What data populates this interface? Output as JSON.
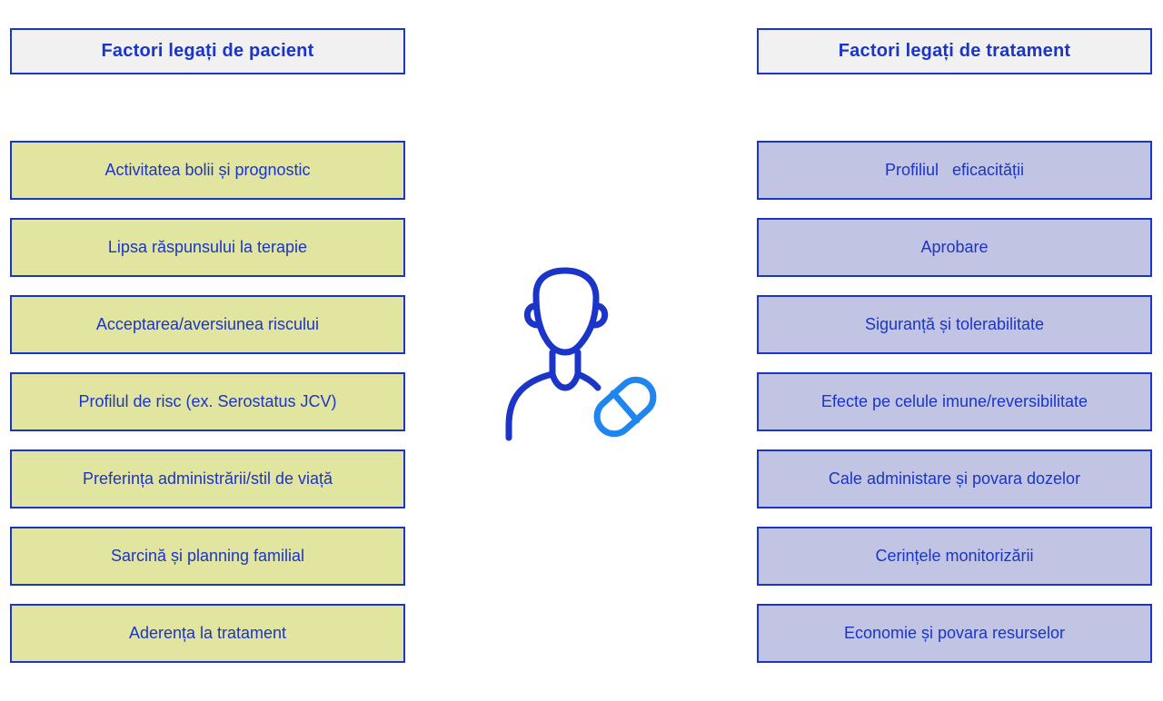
{
  "patient": {
    "title": "Factori legați de pacient",
    "items": [
      "Activitatea bolii și prognostic",
      "Lipsa răspunsului la terapie",
      "Acceptarea/aversiunea riscului",
      "Profilul de risc (ex. Serostatus JCV)",
      "Preferința administrării/stil de viață",
      "Sarcină și planning familial",
      "Aderența la tratament"
    ]
  },
  "treatment": {
    "title": "Factori legați de tratament",
    "items": [
      "Profiliul   eficacității",
      "Aprobare",
      "Siguranță și tolerabilitate",
      "Efecte pe celule imune/reversibilitate",
      "Cale administare și povara dozelor",
      "Cerințele monitorizării",
      "Economie și povara resurselor"
    ]
  },
  "icons": {
    "center": "patient-with-pill-icon"
  },
  "colors": {
    "border": "#1a35c8",
    "text": "#1a35c8",
    "header_bg": "#f1f1f1",
    "patient_bg": "#e2e59f",
    "treatment_bg": "#c1c4e2",
    "icon_person": "#1a35c8",
    "icon_pill": "#1f86f0"
  }
}
